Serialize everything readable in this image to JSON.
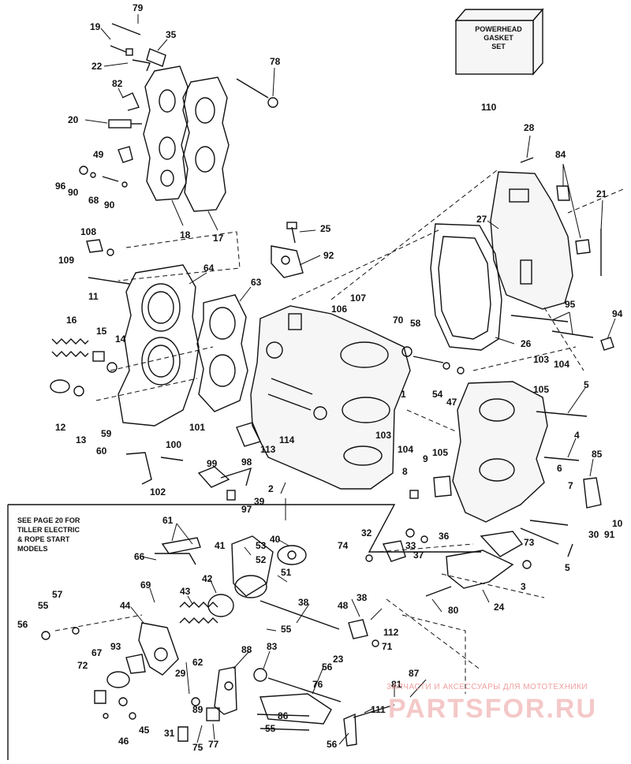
{
  "gasket_box": {
    "line1": "POWERHEAD",
    "line2": "GASKET",
    "line3": "SET"
  },
  "note": {
    "line1": "SEE PAGE 20 FOR",
    "line2": "TILLER ELECTRIC",
    "line3": "& ROPE START",
    "line4": "MODELS"
  },
  "watermark": {
    "tagline": "ЗАПЧАСТИ И АКСЕССУАРЫ ДЛЯ МОТОТЕХНИКИ",
    "logo": "PARTSFOR.RU"
  },
  "callouts": [
    "79",
    "19",
    "35",
    "22",
    "78",
    "82",
    "20",
    "49",
    "96",
    "90",
    "68",
    "90",
    "18",
    "17",
    "25",
    "92",
    "108",
    "109",
    "64",
    "11",
    "63",
    "106",
    "107",
    "16",
    "15",
    "14",
    "12",
    "13",
    "110",
    "28",
    "84",
    "21",
    "27",
    "95",
    "94",
    "26",
    "70",
    "58",
    "54",
    "47",
    "1",
    "103",
    "104",
    "105",
    "5",
    "59",
    "60",
    "101",
    "100",
    "99",
    "114",
    "113",
    "98",
    "102",
    "97",
    "103",
    "104",
    "105",
    "4",
    "8",
    "9",
    "85",
    "6",
    "7",
    "10",
    "91",
    "2",
    "39",
    "61",
    "66",
    "41",
    "53",
    "52",
    "40",
    "51",
    "42",
    "43",
    "69",
    "44",
    "57",
    "55",
    "56",
    "67",
    "93",
    "72",
    "46",
    "45",
    "62",
    "29",
    "89",
    "31",
    "75",
    "77",
    "88",
    "83",
    "55",
    "56",
    "76",
    "86",
    "55",
    "56",
    "81",
    "111",
    "87",
    "74",
    "32",
    "33",
    "36",
    "37",
    "48",
    "38",
    "112",
    "71",
    "23",
    "38",
    "73",
    "5",
    "3",
    "80",
    "24",
    "30",
    "110"
  ]
}
